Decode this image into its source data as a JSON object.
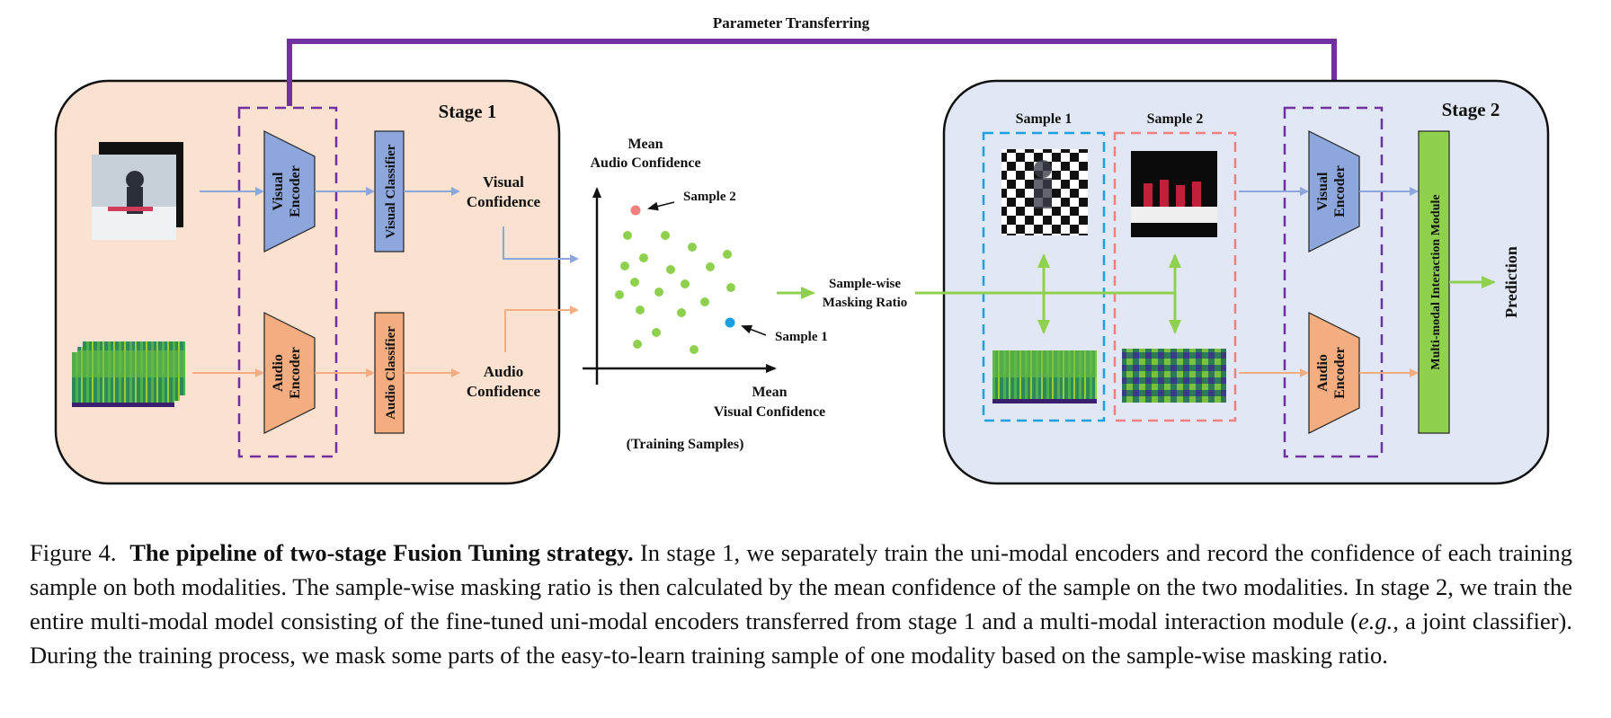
{
  "top": {
    "transfer_label": "Parameter Transferring"
  },
  "stage1": {
    "title": "Stage 1",
    "visual_encoder": [
      "Visual",
      "Encoder"
    ],
    "audio_encoder": [
      "Audio",
      "Encoder"
    ],
    "visual_classifier": "Visual Classifier",
    "audio_classifier": "Audio Classifier",
    "visual_confidence": [
      "Visual",
      "Confidence"
    ],
    "audio_confidence": [
      "Audio",
      "Confidence"
    ]
  },
  "scatter": {
    "y_label": [
      "Mean",
      "Audio Confidence"
    ],
    "x_label": [
      "Mean",
      "Visual Confidence"
    ],
    "sample2_label": "Sample 2",
    "sample1_label": "Sample 1",
    "caption": "(Training Samples)"
  },
  "masking": {
    "label": [
      "Sample-wise",
      "Masking Ratio"
    ]
  },
  "stage2": {
    "title": "Stage 2",
    "sample1": "Sample 1",
    "sample2": "Sample 2",
    "visual_encoder": [
      "Visual",
      "Encoder"
    ],
    "audio_encoder": [
      "Audio",
      "Encoder"
    ],
    "fusion_module": "Multi-modal Interaction Module",
    "prediction": "Prediction"
  },
  "colors": {
    "stage1_bg": "#fbe1cf",
    "stage2_bg": "#e1e7f4",
    "visual_blue": "#8da6dc",
    "audio_orange": "#f3ad80",
    "purple": "#7030a0",
    "green": "#8fd14f",
    "sample1_blue": "#1ba1e2",
    "sample2_red": "#f08080"
  },
  "caption": {
    "prefix": "Figure 4.",
    "bold": "The pipeline of two-stage Fusion Tuning strategy.",
    "text1": " In stage 1, we separately train the uni-modal encoders and record the confidence of each training sample on both modalities. The sample-wise masking ratio is then calculated by the mean confidence of the sample on the two modalities. In stage 2, we train the entire multi-modal model consisting of the fine-tuned uni-modal encoders transferred from stage 1 and a multi-modal interaction module (",
    "italic": "e.g.,",
    "text2": " a joint classifier). During the training process, we mask some parts of the easy-to-learn training sample of one modality based on the sample-wise masking ratio."
  }
}
